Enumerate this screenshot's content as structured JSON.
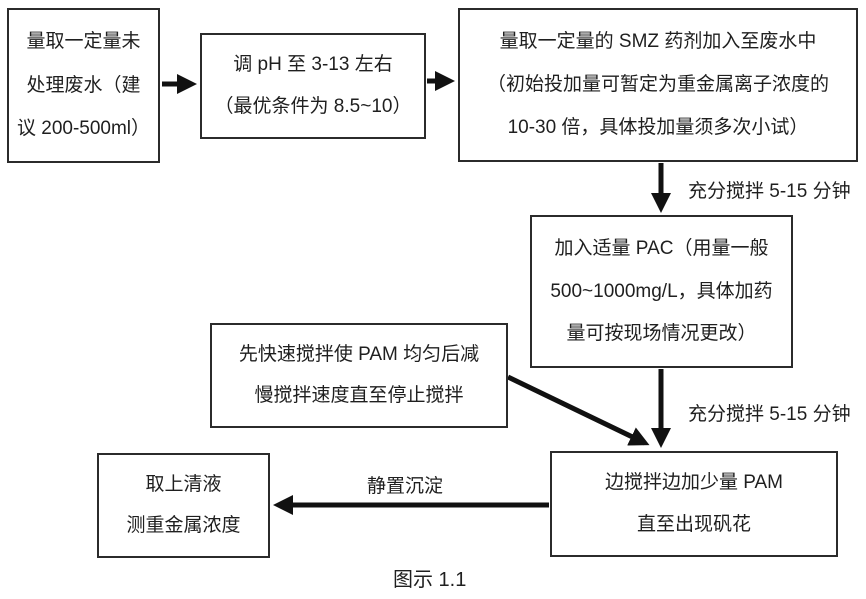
{
  "figure": {
    "caption": "图示 1.1"
  },
  "colors": {
    "ink": "#1f1f1f",
    "background": "#ffffff"
  },
  "boxes": {
    "measure": {
      "lines": [
        "量取一定量未",
        "处理废水（建",
        "议 200-500ml）"
      ]
    },
    "ph": {
      "lines": [
        "调 pH 至 3-13 左右",
        "（最优条件为 8.5~10）"
      ]
    },
    "smz": {
      "lines": [
        "量取一定量的 SMZ 药剂加入至废水中",
        "（初始投加量可暂定为重金属离子浓度的",
        "10-30 倍，具体投加量须多次小试）"
      ]
    },
    "pac": {
      "lines": [
        "加入适量 PAC（用量一般",
        "500~1000mg/L，具体加药",
        "量可按现场情况更改）"
      ]
    },
    "pam_mix": {
      "lines": [
        "先快速搅拌使 PAM 均匀后减",
        "慢搅拌速度直至停止搅拌"
      ]
    },
    "pam_floc": {
      "lines": [
        "边搅拌边加少量 PAM",
        "直至出现矾花"
      ]
    },
    "supernatant": {
      "lines": [
        "取上清液",
        "测重金属浓度"
      ]
    }
  },
  "edge_labels": {
    "stir_after_smz": "充分搅拌 5-15 分钟",
    "stir_after_pac": "充分搅拌 5-15 分钟",
    "settle": "静置沉淀"
  }
}
